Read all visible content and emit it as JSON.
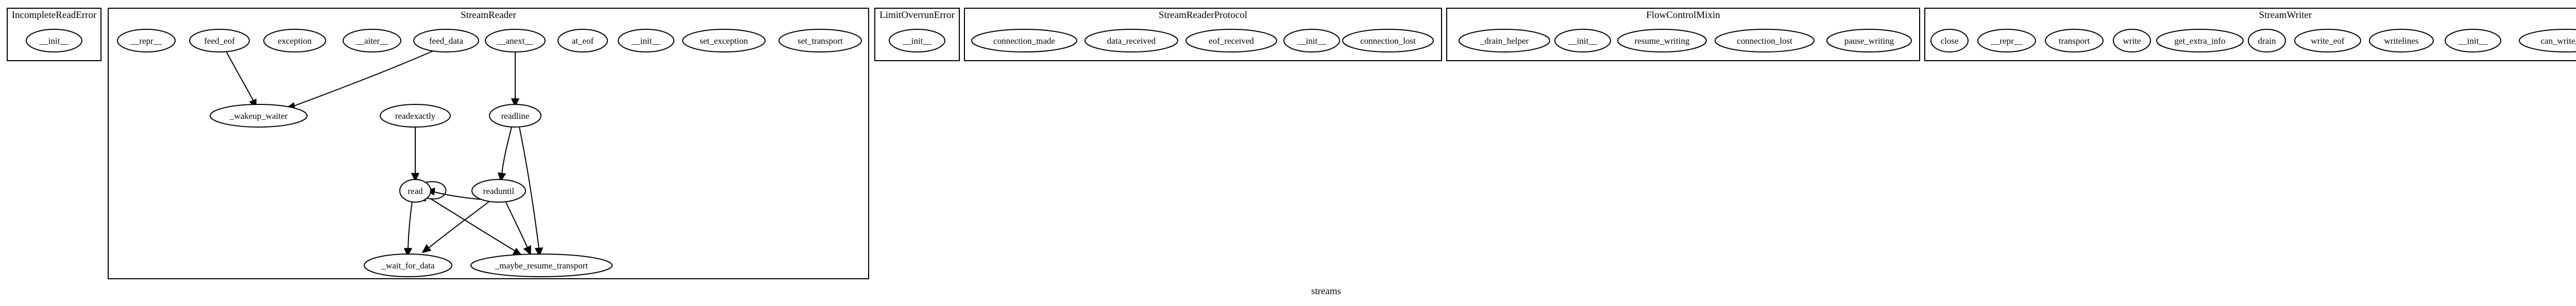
{
  "graph": {
    "caption": "streams",
    "clusters": [
      {
        "id": "incomplete",
        "title": "IncompleteReadError",
        "nodes": [
          "__init__"
        ]
      },
      {
        "id": "streamreader",
        "title": "StreamReader",
        "nodes": [
          "__repr__",
          "feed_eof",
          "exception",
          "__aiter__",
          "feed_data",
          "__anext__",
          "at_eof",
          "__init__",
          "set_exception",
          "set_transport",
          "_wakeup_waiter",
          "readexactly",
          "readline",
          "readuntil",
          "read",
          "_wait_for_data",
          "_maybe_resume_transport"
        ]
      },
      {
        "id": "limitoverrun",
        "title": "LimitOverrunError",
        "nodes": [
          "__init__"
        ]
      },
      {
        "id": "protocol",
        "title": "StreamReaderProtocol",
        "nodes": [
          "connection_made",
          "data_received",
          "eof_received",
          "__init__",
          "connection_lost"
        ]
      },
      {
        "id": "flowcontrol",
        "title": "FlowControlMixin",
        "nodes": [
          "_drain_helper",
          "__init__",
          "resume_writing",
          "connection_lost",
          "pause_writing"
        ]
      },
      {
        "id": "streamwriter",
        "title": "StreamWriter",
        "nodes": [
          "close",
          "__repr__",
          "transport",
          "write",
          "get_extra_info",
          "drain",
          "write_eof",
          "writelines",
          "__init__",
          "can_write_eof"
        ]
      }
    ],
    "edges": [
      {
        "from": "feed_eof",
        "to": "_wakeup_waiter"
      },
      {
        "from": "feed_data",
        "to": "_wakeup_waiter"
      },
      {
        "from": "__anext__",
        "to": "readline"
      },
      {
        "from": "readexactly",
        "to": "read"
      },
      {
        "from": "readline",
        "to": "readuntil"
      },
      {
        "from": "readline",
        "to": "_maybe_resume_transport"
      },
      {
        "from": "read",
        "to": "read"
      },
      {
        "from": "read",
        "to": "_wait_for_data"
      },
      {
        "from": "read",
        "to": "_maybe_resume_transport"
      },
      {
        "from": "readuntil",
        "to": "read"
      },
      {
        "from": "readuntil",
        "to": "_wait_for_data"
      },
      {
        "from": "readuntil",
        "to": "_maybe_resume_transport"
      }
    ]
  }
}
